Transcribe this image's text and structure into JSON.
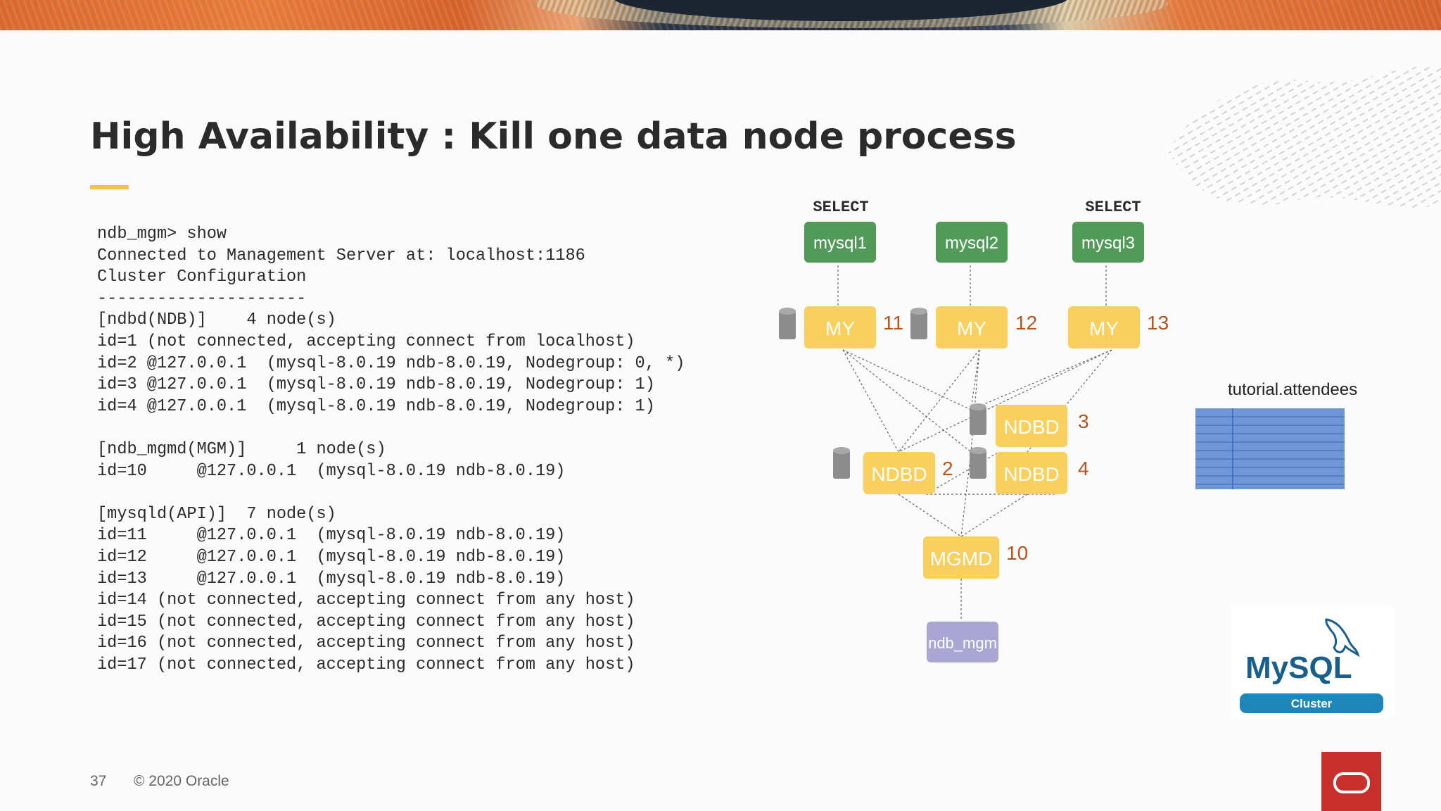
{
  "slide": {
    "title": "High Availability : Kill one data node process",
    "page_number": "37",
    "copyright": "© 2020 Oracle"
  },
  "terminal": {
    "lines": [
      "ndb_mgm> show",
      "Connected to Management Server at: localhost:1186",
      "Cluster Configuration",
      "---------------------",
      "[ndbd(NDB)]    4 node(s)",
      "id=1 (not connected, accepting connect from localhost)",
      "id=2 @127.0.0.1  (mysql-8.0.19 ndb-8.0.19, Nodegroup: 0, *)",
      "id=3 @127.0.0.1  (mysql-8.0.19 ndb-8.0.19, Nodegroup: 1)",
      "id=4 @127.0.0.1  (mysql-8.0.19 ndb-8.0.19, Nodegroup: 1)",
      "",
      "[ndb_mgmd(MGM)]     1 node(s)",
      "id=10     @127.0.0.1  (mysql-8.0.19 ndb-8.0.19)",
      "",
      "[mysqld(API)]  7 node(s)",
      "id=11     @127.0.0.1  (mysql-8.0.19 ndb-8.0.19)",
      "id=12     @127.0.0.1  (mysql-8.0.19 ndb-8.0.19)",
      "id=13     @127.0.0.1  (mysql-8.0.19 ndb-8.0.19)",
      "id=14 (not connected, accepting connect from any host)",
      "id=15 (not connected, accepting connect from any host)",
      "id=16 (not connected, accepting connect from any host)",
      "id=17 (not connected, accepting connect from any host)"
    ]
  },
  "diagram": {
    "select_labels": [
      "SELECT",
      "SELECT"
    ],
    "clients": [
      "mysql1",
      "mysql2",
      "mysql3"
    ],
    "my_nodes": [
      {
        "label": "MY",
        "id": "11"
      },
      {
        "label": "MY",
        "id": "12"
      },
      {
        "label": "MY",
        "id": "13"
      }
    ],
    "ndbd_nodes": [
      {
        "label": "NDBD",
        "id": "3"
      },
      {
        "label": "NDBD",
        "id": "2"
      },
      {
        "label": "NDBD",
        "id": "4"
      }
    ],
    "mgmd": {
      "label": "MGMD",
      "id": "10"
    },
    "ndb_mgm": "ndb_mgm",
    "colors": {
      "client_green": "#529a5a",
      "node_yellow": "#f9cf5e",
      "mgm_purple": "#a9a6d3",
      "id_orange": "#b2541e",
      "disk_gray": "#8c8c8c"
    }
  },
  "table": {
    "label": "tutorial.attendees",
    "color": "#6f96d6"
  },
  "logo": {
    "wordmark": "MySQL",
    "badge": "Cluster"
  }
}
